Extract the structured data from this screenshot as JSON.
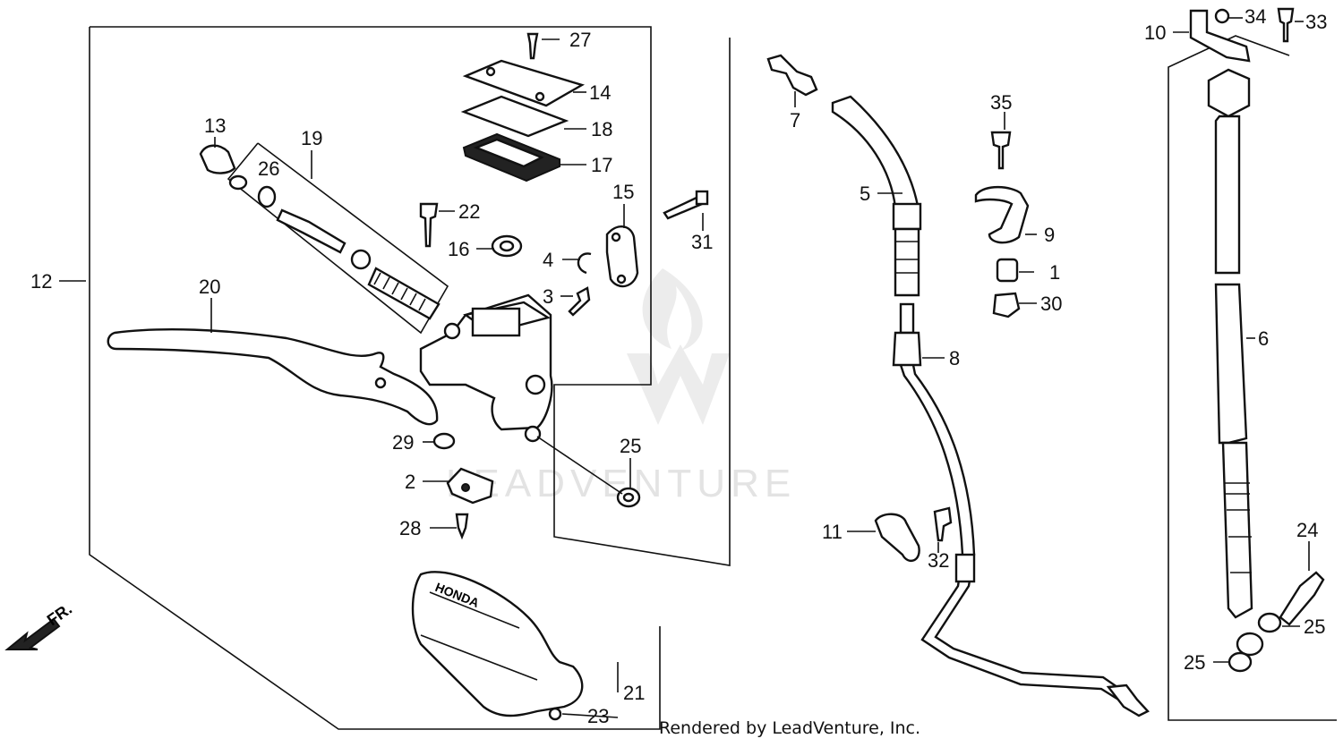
{
  "watermark": "LEADVENTURE",
  "footer": "Rendered by LeadVenture, Inc.",
  "direction_label": "FR.",
  "brand_on_guard": "HONDA",
  "labels": {
    "l1": "1",
    "l2": "2",
    "l3": "3",
    "l4": "4",
    "l5": "5",
    "l6": "6",
    "l7": "7",
    "l8": "8",
    "l9": "9",
    "l10": "10",
    "l11": "11",
    "l12": "12",
    "l13": "13",
    "l14": "14",
    "l15": "15",
    "l16": "16",
    "l17": "17",
    "l18": "18",
    "l19": "19",
    "l20": "20",
    "l21": "21",
    "l22": "22",
    "l23": "23",
    "l24": "24",
    "l25a": "25",
    "l25b": "25",
    "l25c": "25",
    "l26": "26",
    "l27": "27",
    "l28": "28",
    "l29": "29",
    "l30": "30",
    "l31": "31",
    "l32": "32",
    "l33": "33",
    "l34": "34",
    "l35": "35"
  }
}
